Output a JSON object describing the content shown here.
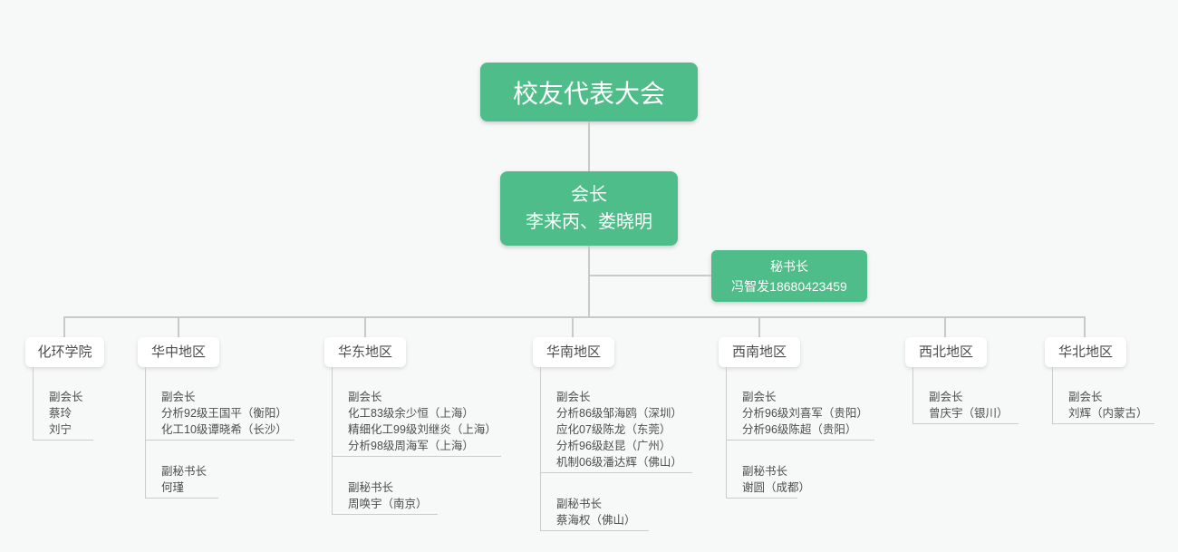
{
  "colors": {
    "accent_green": "#4ebd89",
    "connector_gray": "#c9c9c9",
    "text_gray": "#4d4d4d",
    "background": "#f7f8f8"
  },
  "org": {
    "root": {
      "title": "校友代表大会"
    },
    "president": {
      "title": "会长",
      "names": "李来丙、娄晓明"
    },
    "secretary": {
      "title": "秘书长",
      "contact": "冯智发18680423459"
    },
    "regions": [
      {
        "title": "化环学院",
        "groups": [
          {
            "lines": [
              "副会长",
              "蔡玲",
              "刘宁"
            ]
          }
        ]
      },
      {
        "title": "华中地区",
        "groups": [
          {
            "lines": [
              "副会长",
              "分析92级王国平（衡阳）",
              "化工10级谭晓希（长沙）"
            ]
          },
          {
            "lines": [
              "副秘书长",
              "何瑾"
            ]
          }
        ]
      },
      {
        "title": "华东地区",
        "groups": [
          {
            "lines": [
              "副会长",
              "化工83级余少恒（上海）",
              "精细化工99级刘继炎（上海）",
              "分析98级周海军（上海）"
            ]
          },
          {
            "lines": [
              "副秘书长",
              "周唤宇（南京）"
            ]
          }
        ]
      },
      {
        "title": "华南地区",
        "groups": [
          {
            "lines": [
              "副会长",
              "分析86级邹海鸥（深圳）",
              "应化07级陈龙（东莞）",
              "分析96级赵昆（广州）",
              "机制06级潘达辉（佛山）"
            ]
          },
          {
            "lines": [
              "副秘书长",
              "蔡海权（佛山）"
            ]
          }
        ]
      },
      {
        "title": "西南地区",
        "groups": [
          {
            "lines": [
              "副会长",
              "分析96级刘喜军（贵阳）",
              "分析96级陈超（贵阳）"
            ]
          },
          {
            "lines": [
              "副秘书长",
              "谢圆（成都）"
            ]
          }
        ]
      },
      {
        "title": "西北地区",
        "groups": [
          {
            "lines": [
              "副会长",
              "曾庆宇（银川）"
            ]
          }
        ]
      },
      {
        "title": "华北地区",
        "groups": [
          {
            "lines": [
              "副会长",
              "刘辉（内蒙古）"
            ]
          }
        ]
      }
    ]
  }
}
